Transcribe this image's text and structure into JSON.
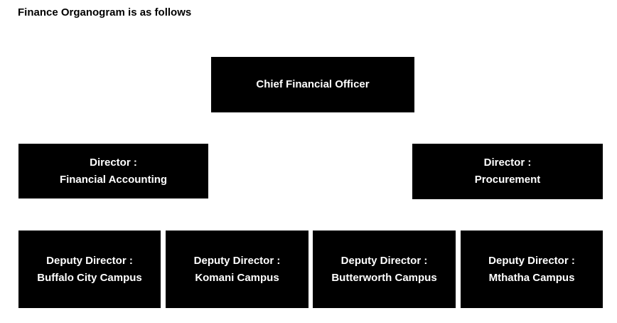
{
  "page": {
    "title": "Finance Organogram is as follows"
  },
  "colors": {
    "background": "#ffffff",
    "node_fill": "#000000",
    "node_text": "#ffffff",
    "title_text": "#000000"
  },
  "organogram": {
    "levels": [
      {
        "level": 1,
        "nodes": [
          {
            "role": "chief-financial-officer",
            "lines": [
              "Chief Financial Officer"
            ]
          }
        ]
      },
      {
        "level": 2,
        "nodes": [
          {
            "role": "director-financial-accounting",
            "lines": [
              "Director :",
              "Financial Accounting"
            ]
          },
          {
            "role": "director-procurement",
            "lines": [
              "Director :",
              "Procurement"
            ]
          }
        ]
      },
      {
        "level": 3,
        "nodes": [
          {
            "role": "deputy-director-buffalo-city",
            "lines": [
              "Deputy Director :",
              "Buffalo City Campus"
            ]
          },
          {
            "role": "deputy-director-komani",
            "lines": [
              "Deputy Director :",
              "Komani Campus"
            ]
          },
          {
            "role": "deputy-director-butterworth",
            "lines": [
              "Deputy Director :",
              "Butterworth Campus"
            ]
          },
          {
            "role": "deputy-director-mthatha",
            "lines": [
              "Deputy Director :",
              "Mthatha Campus"
            ]
          }
        ]
      }
    ]
  }
}
